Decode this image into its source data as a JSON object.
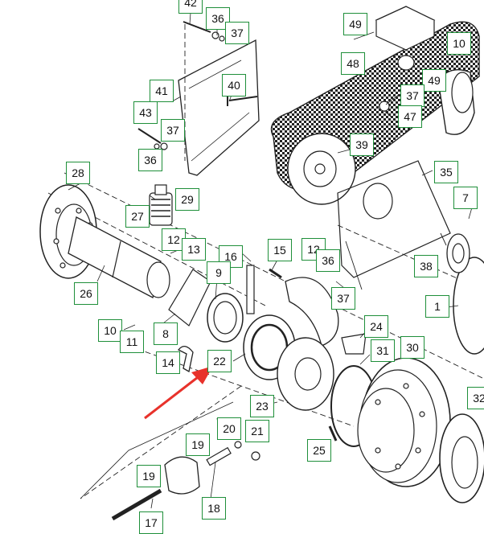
{
  "diagram": {
    "colors": {
      "callout_border": "#1f8f3a",
      "arrow": "#e8322b",
      "line": "#222222"
    },
    "callouts": [
      {
        "id": "c42",
        "label": "42"
      },
      {
        "id": "c36a",
        "label": "36"
      },
      {
        "id": "c37a",
        "label": "37"
      },
      {
        "id": "c49a",
        "label": "49"
      },
      {
        "id": "c48",
        "label": "48"
      },
      {
        "id": "c10a",
        "label": "10"
      },
      {
        "id": "c49b",
        "label": "49"
      },
      {
        "id": "c41",
        "label": "41"
      },
      {
        "id": "c40",
        "label": "40"
      },
      {
        "id": "c37b",
        "label": "37"
      },
      {
        "id": "c47",
        "label": "47"
      },
      {
        "id": "c43",
        "label": "43"
      },
      {
        "id": "c37c",
        "label": "37"
      },
      {
        "id": "c36b",
        "label": "36"
      },
      {
        "id": "c39",
        "label": "39"
      },
      {
        "id": "c28",
        "label": "28"
      },
      {
        "id": "c35",
        "label": "35"
      },
      {
        "id": "c29",
        "label": "29"
      },
      {
        "id": "c7",
        "label": "7"
      },
      {
        "id": "c27",
        "label": "27"
      },
      {
        "id": "c12a",
        "label": "12"
      },
      {
        "id": "c13",
        "label": "13"
      },
      {
        "id": "c16",
        "label": "16"
      },
      {
        "id": "c15",
        "label": "15"
      },
      {
        "id": "c12b",
        "label": "12"
      },
      {
        "id": "c36c",
        "label": "36"
      },
      {
        "id": "c38",
        "label": "38"
      },
      {
        "id": "c9",
        "label": "9"
      },
      {
        "id": "c26",
        "label": "26"
      },
      {
        "id": "c37d",
        "label": "37"
      },
      {
        "id": "c1",
        "label": "1"
      },
      {
        "id": "c10b",
        "label": "10"
      },
      {
        "id": "c8",
        "label": "8"
      },
      {
        "id": "c11",
        "label": "11"
      },
      {
        "id": "c24",
        "label": "24"
      },
      {
        "id": "c31",
        "label": "31"
      },
      {
        "id": "c30",
        "label": "30"
      },
      {
        "id": "c14",
        "label": "14"
      },
      {
        "id": "c22",
        "label": "22"
      },
      {
        "id": "c32",
        "label": "32"
      },
      {
        "id": "c23",
        "label": "23"
      },
      {
        "id": "c20",
        "label": "20"
      },
      {
        "id": "c21",
        "label": "21"
      },
      {
        "id": "c19a",
        "label": "19"
      },
      {
        "id": "c25",
        "label": "25"
      },
      {
        "id": "c19b",
        "label": "19"
      },
      {
        "id": "c18",
        "label": "18"
      },
      {
        "id": "c17",
        "label": "17"
      }
    ]
  }
}
